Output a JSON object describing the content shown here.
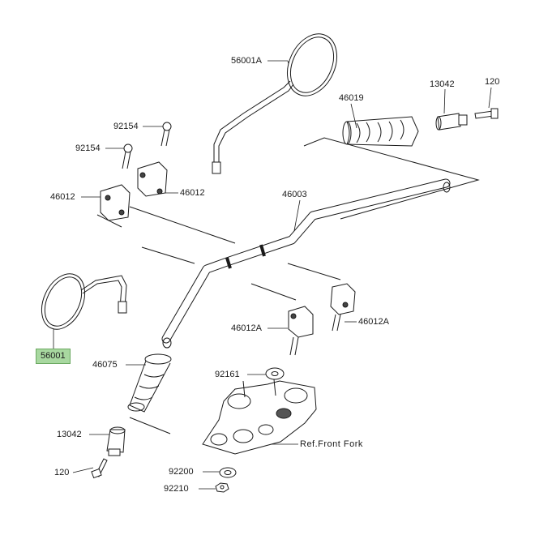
{
  "labels": {
    "l_56001A": "56001A",
    "l_46019": "46019",
    "l_13042_top": "13042",
    "l_120_top": "120",
    "l_92154_a": "92154",
    "l_92154_b": "92154",
    "l_46012_left": "46012",
    "l_46012_right": "46012",
    "l_46003": "46003",
    "l_56001": "56001",
    "l_46012A_left": "46012A",
    "l_46012A_right": "46012A",
    "l_46075": "46075",
    "l_92161": "92161",
    "l_13042_bottom": "13042",
    "l_ref_front_fork": "Ref.Front Fork",
    "l_120_bottom": "120",
    "l_92200": "92200",
    "l_92210": "92210"
  },
  "colors": {
    "line": "#1a1a1a",
    "highlight": "#a8d8a0",
    "part_fill": "#ffffff",
    "shade": "#9a9a9a"
  }
}
